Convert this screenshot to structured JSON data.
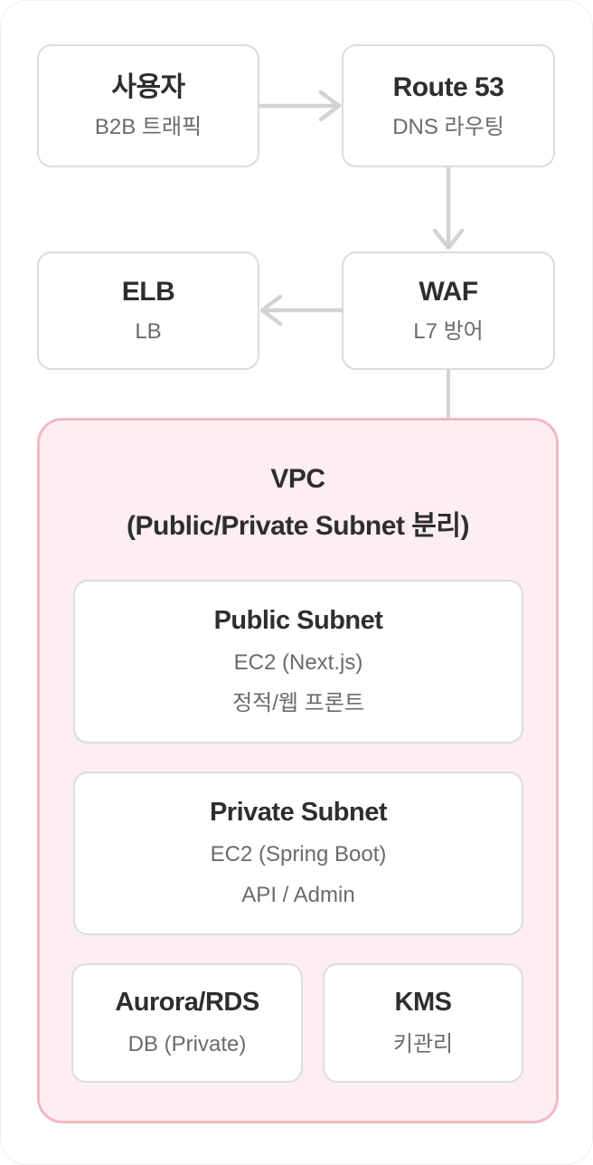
{
  "nodes": {
    "user": {
      "title": "사용자",
      "subtitle": "B2B 트래픽"
    },
    "route53": {
      "title": "Route 53",
      "subtitle": "DNS 라우팅"
    },
    "elb": {
      "title": "ELB",
      "subtitle": "LB"
    },
    "waf": {
      "title": "WAF",
      "subtitle": "L7 방어"
    },
    "vpc": {
      "title_line1": "VPC",
      "title_line2": "(Public/Private Subnet 분리)"
    },
    "public_subnet": {
      "title": "Public Subnet",
      "line1": "EC2 (Next.js)",
      "line2": "정적/웹 프론트"
    },
    "private_subnet": {
      "title": "Private Subnet",
      "line1": "EC2 (Spring Boot)",
      "line2": "API / Admin"
    },
    "aurora": {
      "title": "Aurora/RDS",
      "subtitle": "DB (Private)"
    },
    "kms": {
      "title": "KMS",
      "subtitle": "키관리"
    }
  },
  "edges": [
    {
      "from": "user",
      "to": "route53",
      "direction": "right"
    },
    {
      "from": "route53",
      "to": "waf",
      "direction": "down"
    },
    {
      "from": "waf",
      "to": "elb",
      "direction": "left"
    },
    {
      "from": "waf",
      "to": "vpc",
      "direction": "down"
    }
  ],
  "colors": {
    "node_border": "#dcdcdc",
    "arrow": "#d3d3d3",
    "vpc_border": "#f2b8c4",
    "vpc_bg": "#fdeff1",
    "title_text": "#2e2e2e",
    "subtitle_text": "#6b6b6b"
  }
}
